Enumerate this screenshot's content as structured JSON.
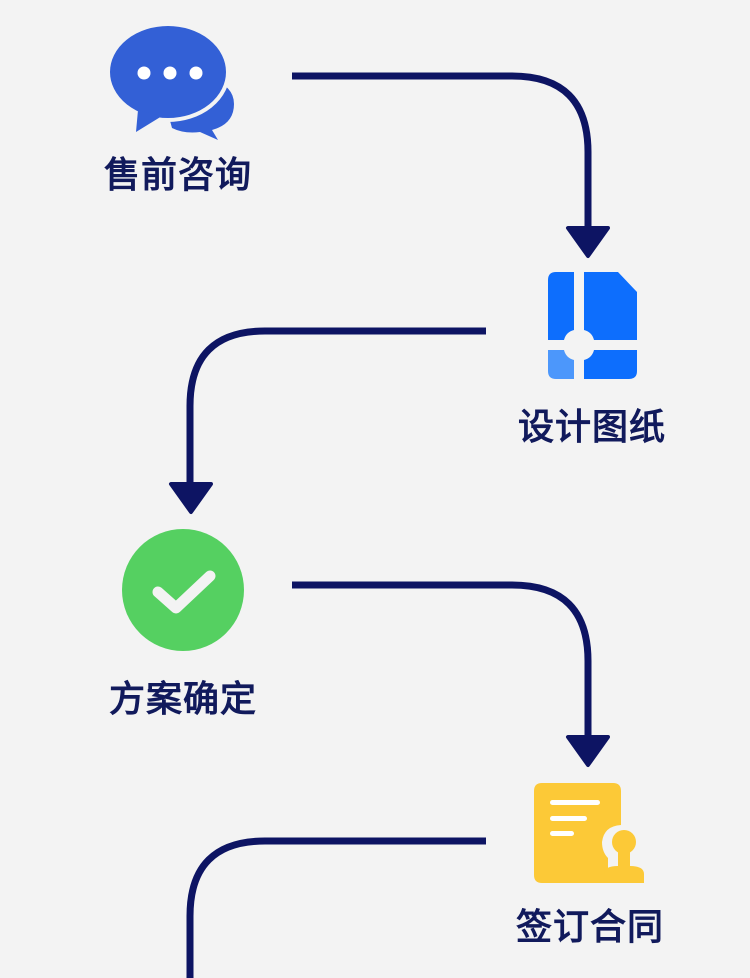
{
  "diagram": {
    "type": "process-flow",
    "colors": {
      "background": "#f3f3f3",
      "connector": "#0d1463",
      "label": "#111a5c",
      "chat": "#3360d6",
      "blueprint": "#0d6efd",
      "blueprint_light": "#4c97fb",
      "check": "#55d061",
      "contract": "#fcc937"
    },
    "steps": [
      {
        "id": "step-1",
        "label": "售前咨询",
        "icon": "chat-bubbles-icon"
      },
      {
        "id": "step-2",
        "label": "设计图纸",
        "icon": "blueprint-icon"
      },
      {
        "id": "step-3",
        "label": "方案确定",
        "icon": "check-circle-icon"
      },
      {
        "id": "step-4",
        "label": "签订合同",
        "icon": "contract-stamp-icon"
      }
    ],
    "connectors": [
      {
        "from": "step-1",
        "to": "step-2"
      },
      {
        "from": "step-2",
        "to": "step-3"
      },
      {
        "from": "step-3",
        "to": "step-4"
      },
      {
        "from": "step-4",
        "to": "next"
      }
    ]
  }
}
